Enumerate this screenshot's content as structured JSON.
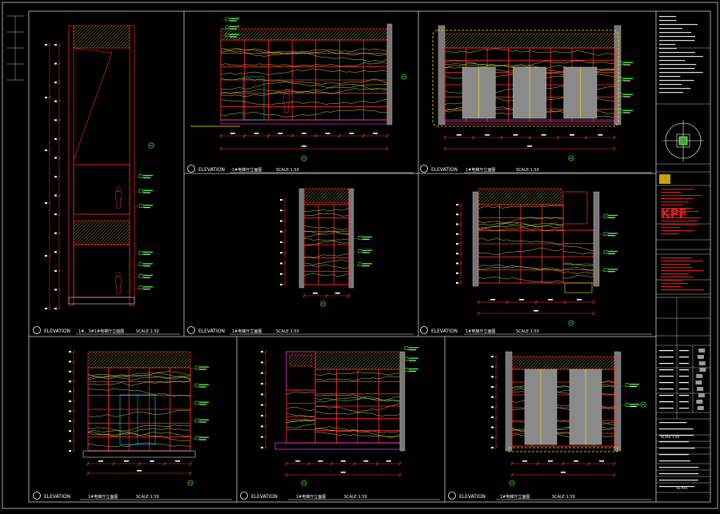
{
  "colors": {
    "background": "#000000",
    "frame": "#ffffff",
    "wall": "#ff2a2a",
    "stone_vein": "#e8e04a",
    "dimension": "#ff3030",
    "tag": "#33ff33",
    "panel": "#8a8a8a",
    "highlight": "#ffe600",
    "magenta": "#ff40ff",
    "cyan": "#00e5ff",
    "brand": "#d81e1e"
  },
  "panels": [
    {
      "elevation_label": "ELEVATION",
      "title": "1#、3#1#电梯厅立面图",
      "scale": "SCALE  1:50"
    },
    {
      "elevation_label": "ELEVATION",
      "title": "1#电梯厅立面图",
      "scale": "SCALE  1:50"
    },
    {
      "elevation_label": "ELEVATION",
      "title": "1#电梯厅立面图",
      "scale": "SCALE  1:50"
    },
    {
      "elevation_label": "ELEVATION",
      "title": "1#电梯厅立面图",
      "scale": "SCALE  1:50"
    },
    {
      "elevation_label": "ELEVATION",
      "title": "1#电梯厅立面图",
      "scale": "SCALE  1:50"
    },
    {
      "elevation_label": "ELEVATION",
      "title": "1#电梯厅立面图",
      "scale": "SCALE  1:50"
    },
    {
      "elevation_label": "ELEVATION",
      "title": "1#电梯厅立面图",
      "scale": "SCALE  1:50"
    },
    {
      "elevation_label": "ELEVATION",
      "title": "1#电梯厅立面图",
      "scale": "SCALE  1:50"
    }
  ],
  "title_block": {
    "brand": "KPF",
    "scale_label": "SCALE  1:50",
    "drawing_no": "EL-A01"
  }
}
